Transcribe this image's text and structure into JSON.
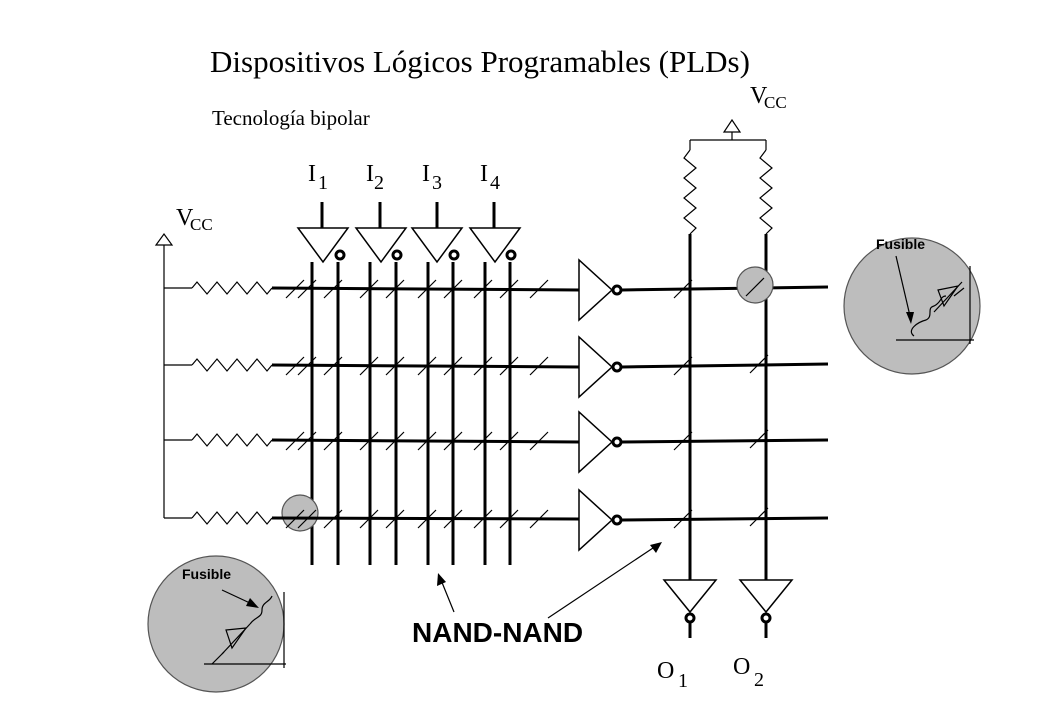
{
  "title": "Dispositivos  Lógicos  Programables  (PLDs)",
  "subtitle": "Tecnología bipolar",
  "vcc_main": "V",
  "vcc_sub": "CC",
  "inputs": [
    {
      "letter": "I",
      "index": "1"
    },
    {
      "letter": "I",
      "index": "2"
    },
    {
      "letter": "I",
      "index": "3"
    },
    {
      "letter": "I",
      "index": "4"
    }
  ],
  "outputs": [
    {
      "letter": "O",
      "index": "1"
    },
    {
      "letter": "O",
      "index": "2"
    }
  ],
  "fuse_label": "Fusible",
  "nand_label": "NAND-NAND",
  "colors": {
    "line": "#000000",
    "fuse_fill": "#bdbdbd",
    "background": "#ffffff"
  }
}
